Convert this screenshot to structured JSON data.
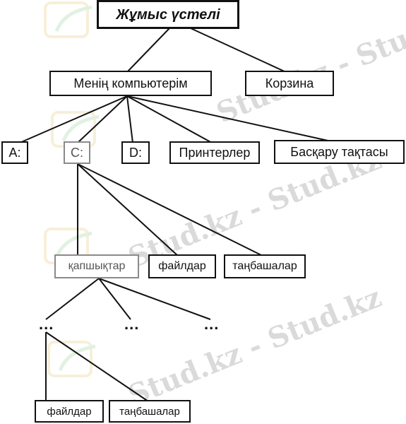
{
  "nodes": {
    "desktop": "Жұмыс үстелі",
    "my_computer": "Менің компьютерім",
    "recycle_bin": "Корзина",
    "drive_a": "A:",
    "drive_c": "C:",
    "drive_d": "D:",
    "printers": "Принтерлер",
    "control_panel": "Басқару тақтасы",
    "folders": "қапшықтар",
    "files": "файлдар",
    "shortcuts": "таңбашалар",
    "ellipsis": "...",
    "sub_files": "файлдар",
    "sub_shortcuts": "таңбашалар"
  },
  "watermark": {
    "text": "Stud.kz - Stud.kz",
    "logo": "stud-kz-logo-icon"
  }
}
